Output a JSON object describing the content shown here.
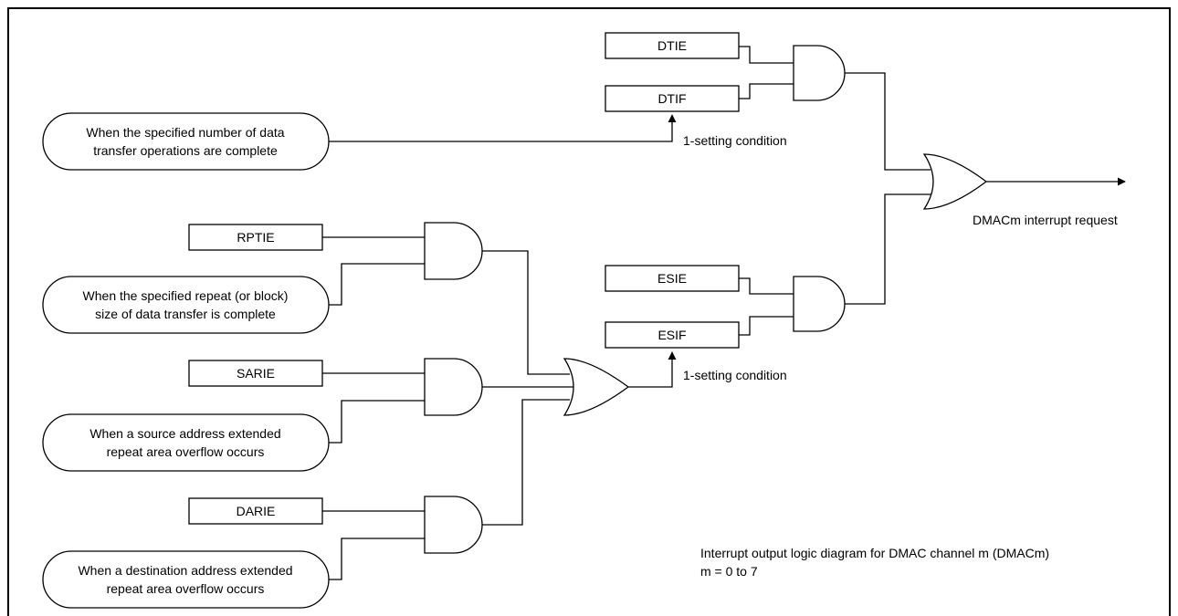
{
  "registers": {
    "dtie": "DTIE",
    "dtif": "DTIF",
    "rptie": "RPTIE",
    "sarie": "SARIE",
    "darie": "DARIE",
    "esie": "ESIE",
    "esif": "ESIF"
  },
  "conditions": {
    "data_transfer_complete": [
      "When the specified number of data",
      "transfer operations are complete"
    ],
    "repeat_block_complete": [
      "When the specified repeat (or block)",
      "size of data transfer is complete"
    ],
    "source_overflow": [
      "When a source address extended",
      "repeat area overflow occurs"
    ],
    "destination_overflow": [
      "When a destination address extended",
      "repeat area overflow occurs"
    ]
  },
  "labels": {
    "setting_condition_top": "1-setting condition",
    "setting_condition_bottom": "1-setting condition",
    "output": "DMACm interrupt request",
    "note_line1": "Interrupt output logic diagram for DMAC channel m (DMACm)",
    "note_line2": "m = 0 to 7"
  }
}
